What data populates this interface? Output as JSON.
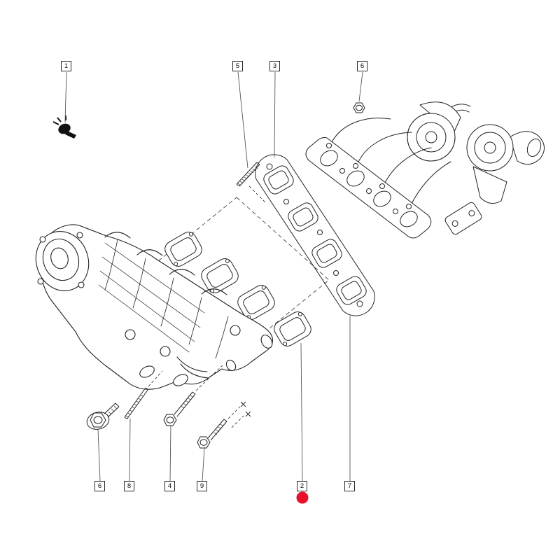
{
  "figure": {
    "type": "exploded-parts-diagram",
    "background_color": "#ffffff",
    "line_color": "#222222",
    "callouts": {
      "top": [
        {
          "label": "1",
          "part": "clip"
        },
        {
          "label": "5",
          "part": "stud"
        },
        {
          "label": "3",
          "part": "exhaust-manifold-gasket"
        },
        {
          "label": "6",
          "part": "nut"
        }
      ],
      "bottom": [
        {
          "label": "6",
          "part": "flanged-bolt"
        },
        {
          "label": "8",
          "part": "stud"
        },
        {
          "label": "4",
          "part": "bolt"
        },
        {
          "label": "9",
          "part": "bolt"
        },
        {
          "label": "2",
          "part": "intake-manifold-gasket-set",
          "highlighted": true
        },
        {
          "label": "7",
          "part": "gasket"
        }
      ]
    },
    "highlight": {
      "label": "2",
      "color": "#e8112d",
      "shape": "dot"
    }
  }
}
